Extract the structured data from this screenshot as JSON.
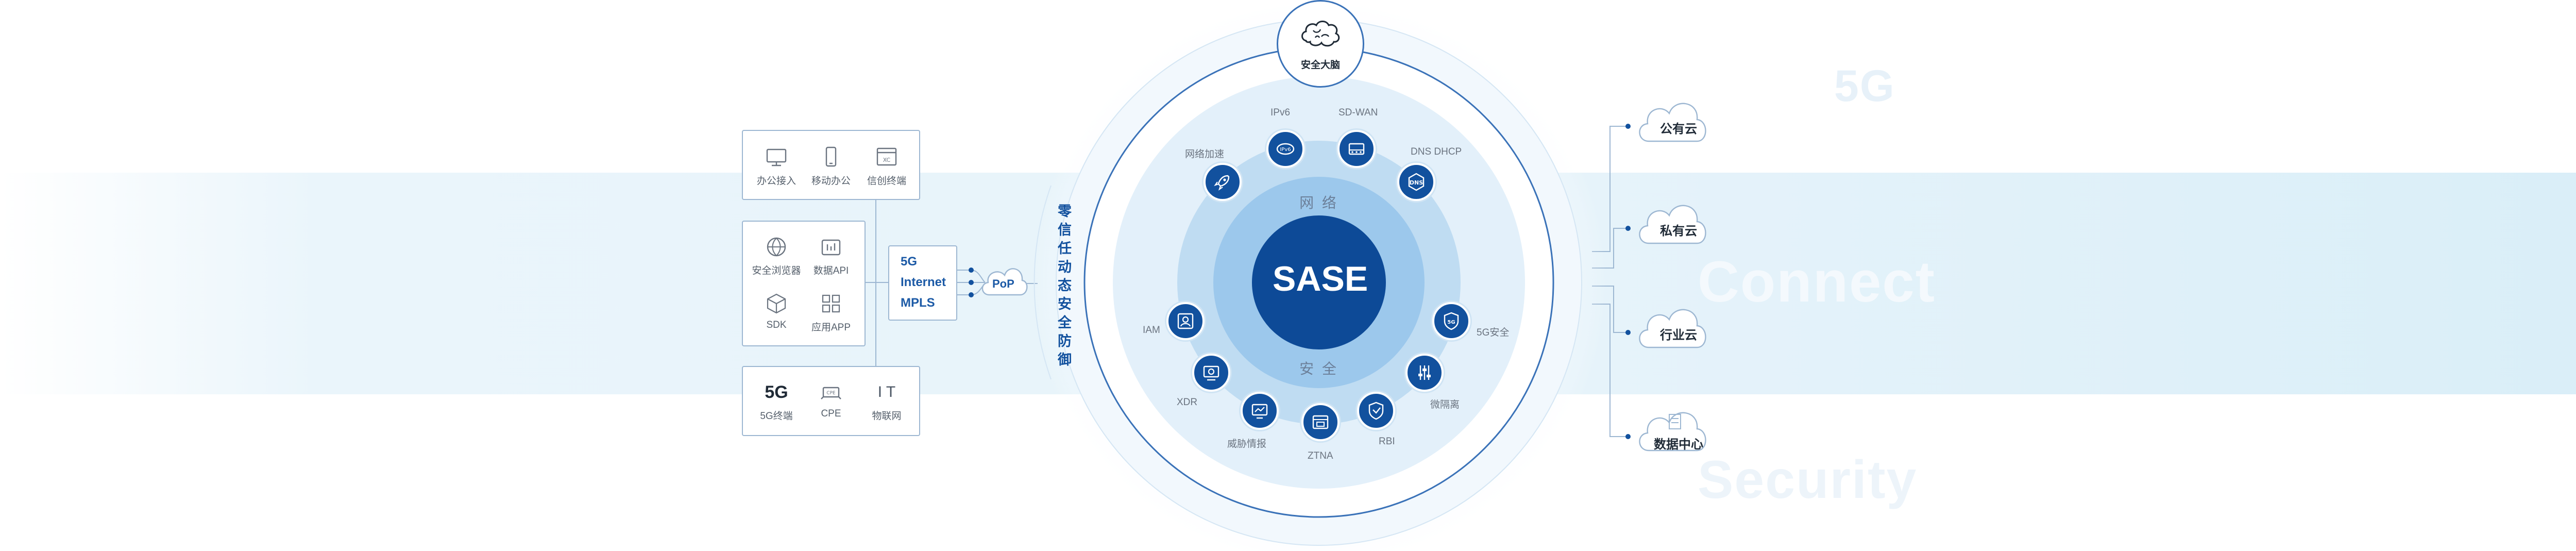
{
  "background_words": {
    "w5g": "5G",
    "connect": "Connect",
    "security": "Security"
  },
  "access": {
    "group1": [
      {
        "label": "办公接入",
        "icon": "monitor-icon"
      },
      {
        "label": "移动办公",
        "icon": "phone-icon"
      },
      {
        "label": "信创终端",
        "icon": "xc-terminal-icon"
      }
    ],
    "group2": [
      {
        "label": "安全浏览器",
        "icon": "browser-icon"
      },
      {
        "label": "数据API",
        "icon": "api-icon"
      },
      {
        "label": "SDK",
        "icon": "sdk-cube-icon"
      },
      {
        "label": "应用APP",
        "icon": "apps-icon"
      }
    ],
    "group3": [
      {
        "label": "5G终端",
        "glyph": "5G",
        "icon": "5g-terminal-icon"
      },
      {
        "label": "CPE",
        "icon": "cpe-icon"
      },
      {
        "label": "物联网",
        "glyph": "I T",
        "icon": "iot-icon"
      }
    ]
  },
  "links": [
    "5G",
    "Internet",
    "MPLS"
  ],
  "pop": "PoP",
  "brain": "安全大脑",
  "zero_trust": "零信任动态安全防御",
  "core": {
    "title": "SASE",
    "network": "网 络",
    "security": "安 全"
  },
  "network_services": [
    {
      "label": "IPv6",
      "icon": "ipv6-icon"
    },
    {
      "label": "SD-WAN",
      "icon": "sdwan-icon"
    },
    {
      "label": "DNS DHCP",
      "icon": "dns-icon"
    },
    {
      "label": "网络加速",
      "icon": "rocket-icon"
    }
  ],
  "security_services": [
    {
      "label": "5G安全",
      "icon": "5g-shield-icon"
    },
    {
      "label": "微隔离",
      "icon": "sliders-icon"
    },
    {
      "label": "RBI",
      "icon": "rbi-shield-icon"
    },
    {
      "label": "ZTNA",
      "icon": "ztna-icon"
    },
    {
      "label": "威胁情报",
      "icon": "threat-intel-icon"
    },
    {
      "label": "XDR",
      "icon": "xdr-icon"
    },
    {
      "label": "IAM",
      "icon": "iam-icon"
    }
  ],
  "destinations": [
    {
      "label": "公有云",
      "icon": "cloud-icon"
    },
    {
      "label": "私有云",
      "icon": "cloud-icon"
    },
    {
      "label": "行业云",
      "icon": "cloud-icon"
    },
    {
      "label": "数据中心",
      "icon": "datacenter-cloud-icon"
    }
  ],
  "colors": {
    "primary": "#12519e",
    "line": "#9db7d2",
    "light_blue": "#a9cdec"
  }
}
